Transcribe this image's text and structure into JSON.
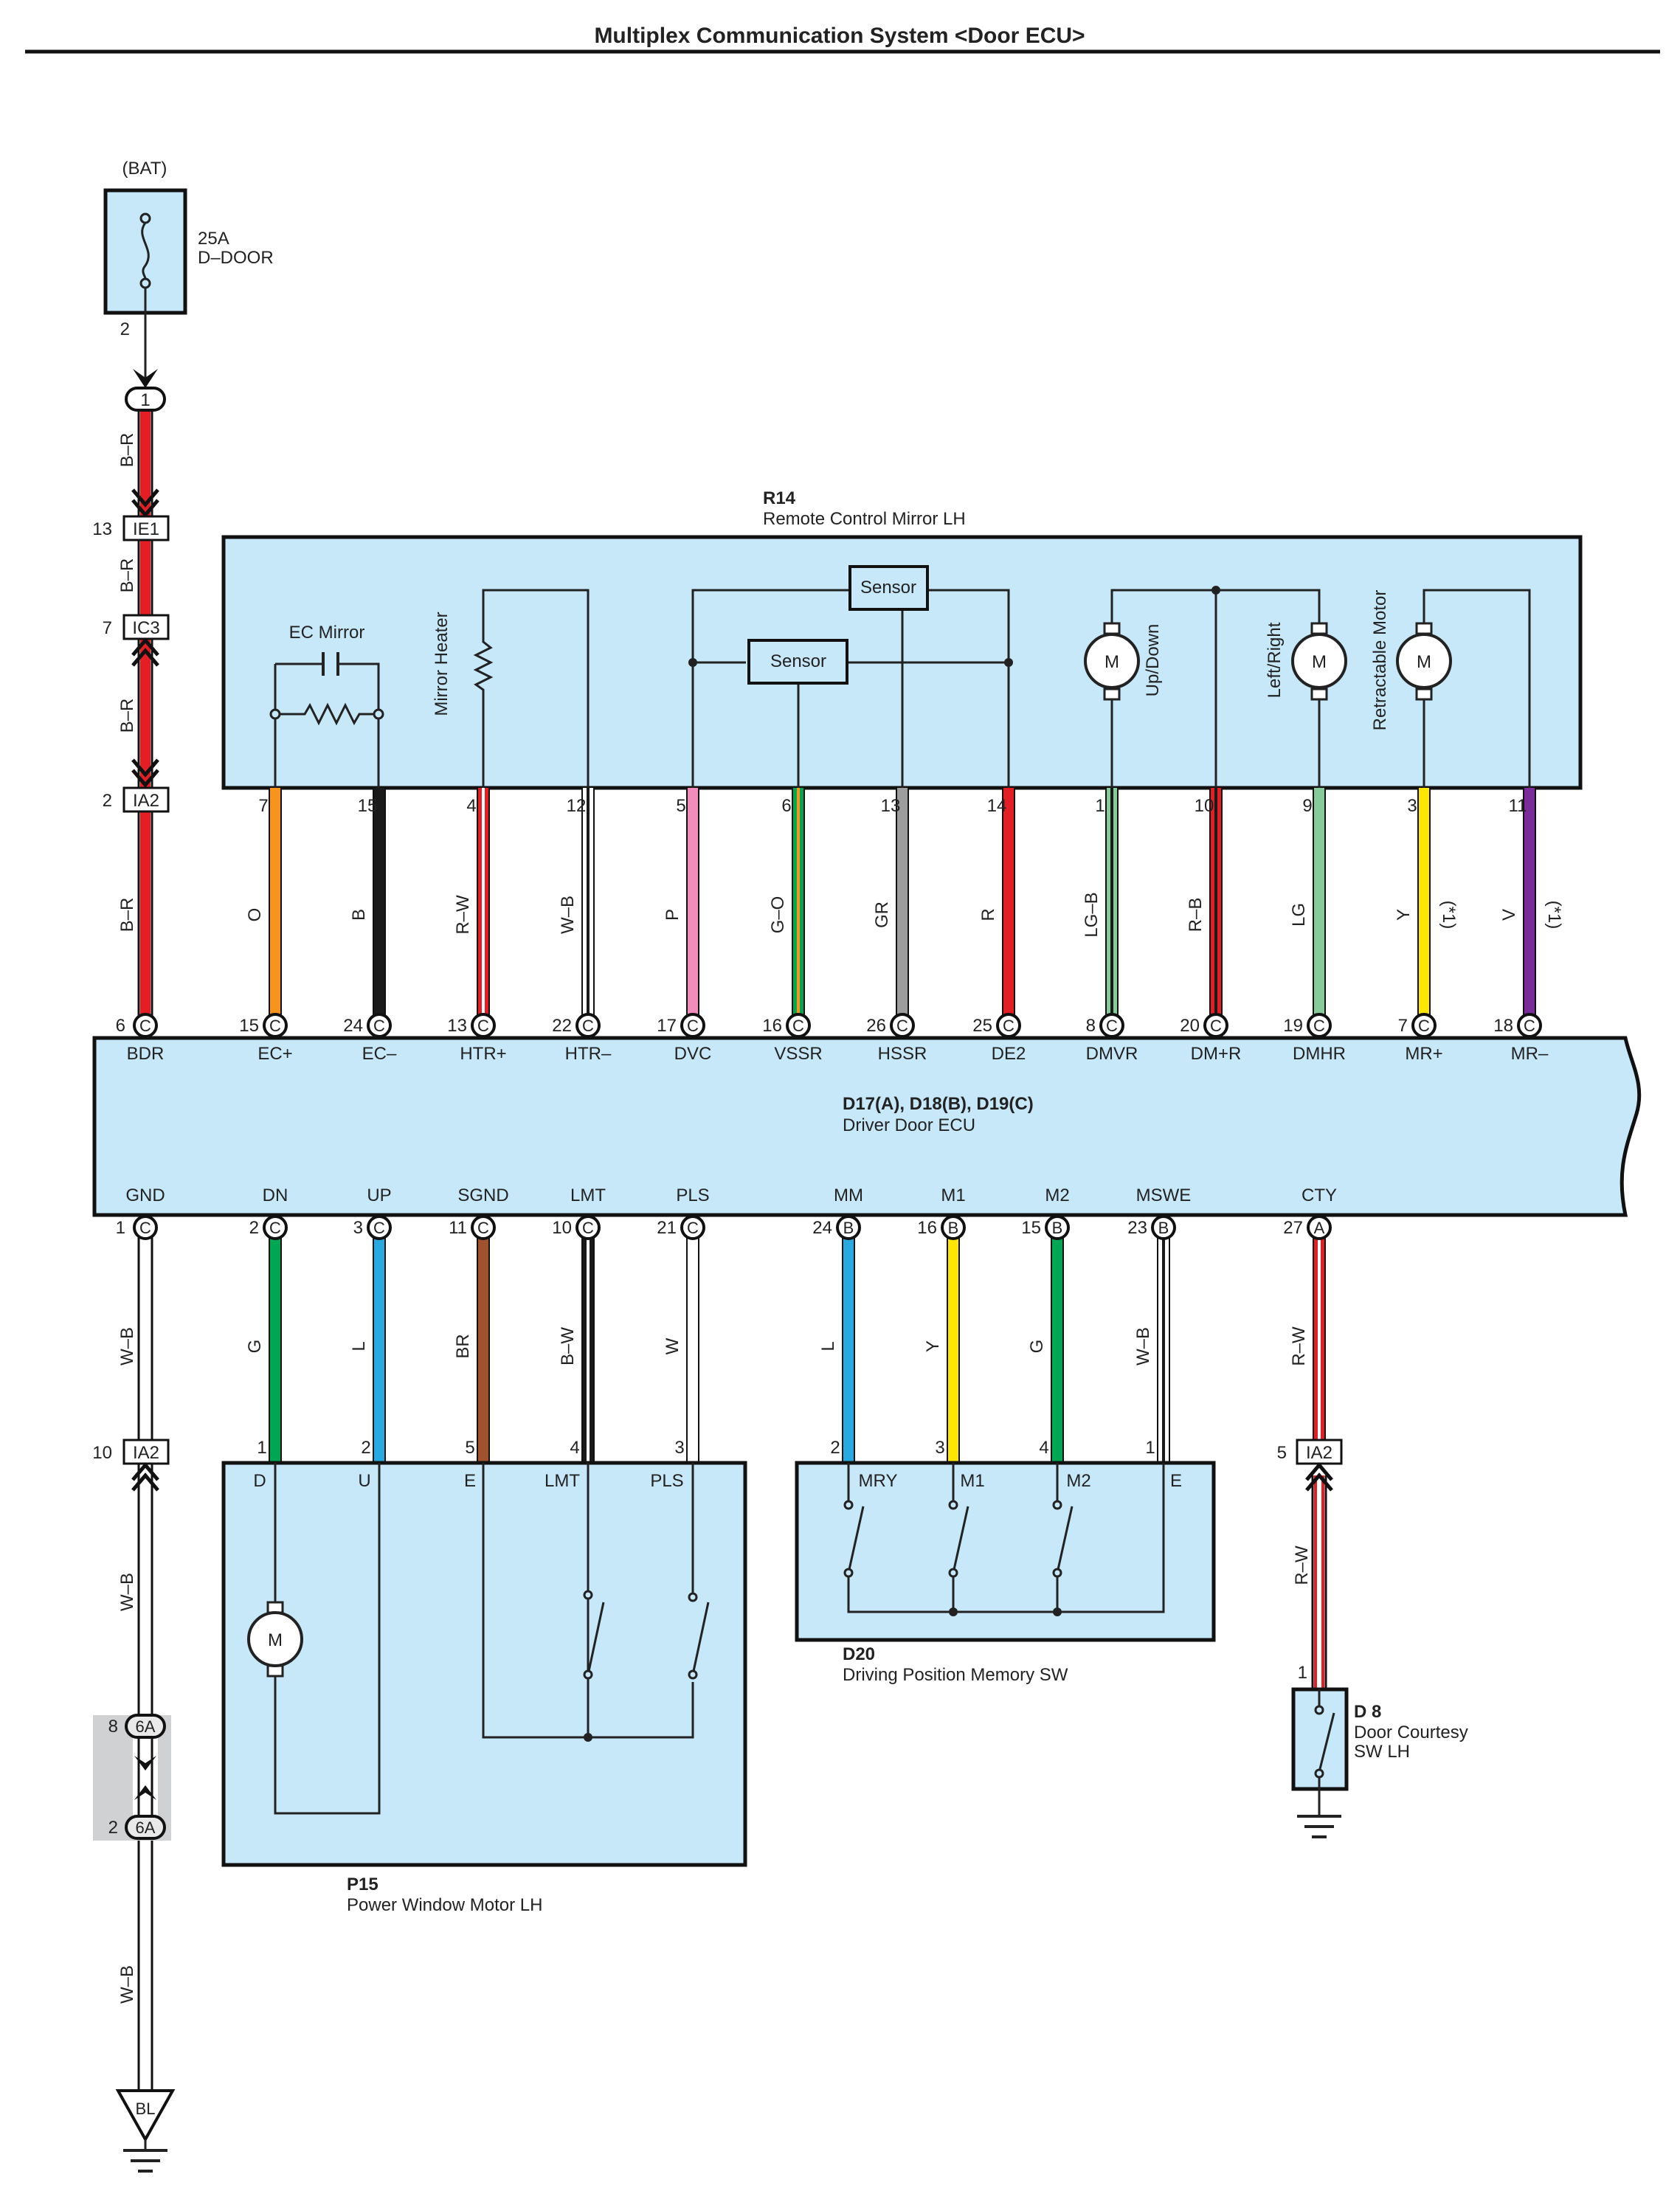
{
  "title": "Multiplex Communication System <Door ECU>",
  "bat": {
    "label": "(BAT)",
    "fuse_rating": "25A",
    "fuse_name": "D–DOOR",
    "fuse_pin": "2"
  },
  "mirror": {
    "code": "R14",
    "name": "Remote Control Mirror LH",
    "ec_mirror": "EC Mirror",
    "mirror_heater": "Mirror Heater",
    "sensor1": "Sensor",
    "sensor2": "Sensor",
    "motor_symbol": "M",
    "updown": "Up/Down",
    "leftright": "Left/Right",
    "retractable": "Retractable Motor"
  },
  "ecu": {
    "code": "D17(A), D18(B), D19(C)",
    "name": "Driver Door ECU"
  },
  "window_motor": {
    "code": "P15",
    "name": "Power Window Motor LH",
    "pins": {
      "d": "D",
      "u": "U",
      "e": "E",
      "lmt": "LMT",
      "pls": "PLS"
    }
  },
  "memory_sw": {
    "code": "D20",
    "name": "Driving Position Memory SW",
    "pins": {
      "mry": "MRY",
      "m1": "M1",
      "m2": "M2",
      "e": "E"
    }
  },
  "courtesy": {
    "code": "D 8",
    "name1": "Door Courtesy",
    "name2": "SW LH",
    "pin": "1"
  },
  "ground": {
    "label": "BL"
  },
  "left_wire": {
    "connector_1": "1",
    "br1": "B–R",
    "br2": "B–R",
    "br3": "B–R",
    "br4": "B–R",
    "ie1": {
      "pin": "13",
      "label": "IE1"
    },
    "ic3": {
      "pin": "7",
      "label": "IC3"
    },
    "ia2": {
      "pin": "2",
      "label": "IA2"
    },
    "bdr": {
      "pin": "6",
      "conn": "C",
      "label": "BDR"
    },
    "gnd": {
      "pin": "1",
      "conn": "C",
      "label": "GND"
    },
    "wb1": "W–B",
    "wb2": "W–B",
    "wb3": "W–B",
    "ia2_low": {
      "pin": "10",
      "label": "IA2"
    },
    "j6a_top": {
      "pin": "8",
      "label": "6A"
    },
    "j6a_bot": {
      "pin": "2",
      "label": "6A"
    }
  },
  "top_wires": [
    {
      "mirror_pin": "7",
      "ecu_pin": "15",
      "conn": "C",
      "color_label": "O",
      "ecu_label": "EC+",
      "colors": [
        "#f7941d"
      ]
    },
    {
      "mirror_pin": "15",
      "ecu_pin": "24",
      "conn": "C",
      "color_label": "B",
      "ecu_label": "EC–",
      "colors": [
        "#1a1a1a"
      ]
    },
    {
      "mirror_pin": "4",
      "ecu_pin": "13",
      "conn": "C",
      "color_label": "R–W",
      "ecu_label": "HTR+",
      "colors": [
        "#e31e24",
        "#ffffff"
      ]
    },
    {
      "mirror_pin": "12",
      "ecu_pin": "22",
      "conn": "C",
      "color_label": "W–B",
      "ecu_label": "HTR–",
      "colors": [
        "#ffffff",
        "#1a1a1a"
      ]
    },
    {
      "mirror_pin": "5",
      "ecu_pin": "17",
      "conn": "C",
      "color_label": "P",
      "ecu_label": "DVC",
      "colors": [
        "#f28cbd"
      ]
    },
    {
      "mirror_pin": "6",
      "ecu_pin": "16",
      "conn": "C",
      "color_label": "G–O",
      "ecu_label": "VSSR",
      "colors": [
        "#00a651",
        "#f7941d"
      ]
    },
    {
      "mirror_pin": "13",
      "ecu_pin": "26",
      "conn": "C",
      "color_label": "GR",
      "ecu_label": "HSSR",
      "colors": [
        "#9d9d9d"
      ]
    },
    {
      "mirror_pin": "14",
      "ecu_pin": "25",
      "conn": "C",
      "color_label": "R",
      "ecu_label": "DE2",
      "colors": [
        "#e31e24"
      ]
    },
    {
      "mirror_pin": "1",
      "ecu_pin": "8",
      "conn": "C",
      "color_label": "LG–B",
      "ecu_label": "DMVR",
      "colors": [
        "#86cc9a",
        "#1a1a1a"
      ]
    },
    {
      "mirror_pin": "10",
      "ecu_pin": "20",
      "conn": "C",
      "color_label": "R–B",
      "ecu_label": "DM+R",
      "colors": [
        "#e31e24",
        "#1a1a1a"
      ]
    },
    {
      "mirror_pin": "9",
      "ecu_pin": "19",
      "conn": "C",
      "color_label": "LG",
      "ecu_label": "DMHR",
      "colors": [
        "#86cc9a"
      ]
    },
    {
      "mirror_pin": "3",
      "ecu_pin": "7",
      "conn": "C",
      "color_label": "Y",
      "note": "(*1)",
      "ecu_label": "MR+",
      "colors": [
        "#ffe600"
      ]
    },
    {
      "mirror_pin": "11",
      "ecu_pin": "18",
      "conn": "C",
      "color_label": "V",
      "note": "(*1)",
      "ecu_label": "MR–",
      "colors": [
        "#7b2c9b"
      ]
    }
  ],
  "bottom_wires": [
    {
      "ecu_pin": "2",
      "conn": "C",
      "ecu_label": "DN",
      "color_label": "G",
      "dev_pin": "1",
      "colors": [
        "#00a651"
      ]
    },
    {
      "ecu_pin": "3",
      "conn": "C",
      "ecu_label": "UP",
      "color_label": "L",
      "dev_pin": "2",
      "colors": [
        "#27aae1"
      ]
    },
    {
      "ecu_pin": "11",
      "conn": "C",
      "ecu_label": "SGND",
      "color_label": "BR",
      "dev_pin": "5",
      "colors": [
        "#a0522d"
      ]
    },
    {
      "ecu_pin": "10",
      "conn": "C",
      "ecu_label": "LMT",
      "color_label": "B–W",
      "dev_pin": "4",
      "colors": [
        "#1a1a1a",
        "#ffffff"
      ]
    },
    {
      "ecu_pin": "21",
      "conn": "C",
      "ecu_label": "PLS",
      "color_label": "W",
      "dev_pin": "3",
      "colors": [
        "#ffffff"
      ]
    },
    {
      "ecu_pin": "24",
      "conn": "B",
      "ecu_label": "MM",
      "color_label": "L",
      "dev_pin": "2",
      "colors": [
        "#27aae1"
      ]
    },
    {
      "ecu_pin": "16",
      "conn": "B",
      "ecu_label": "M1",
      "color_label": "Y",
      "dev_pin": "3",
      "colors": [
        "#ffe600"
      ]
    },
    {
      "ecu_pin": "15",
      "conn": "B",
      "ecu_label": "M2",
      "color_label": "G",
      "dev_pin": "4",
      "colors": [
        "#00a651"
      ]
    },
    {
      "ecu_pin": "23",
      "conn": "B",
      "ecu_label": "MSWE",
      "color_label": "W–B",
      "dev_pin": "1",
      "colors": [
        "#ffffff",
        "#1a1a1a"
      ]
    },
    {
      "ecu_pin": "27",
      "conn": "A",
      "ecu_label": "CTY",
      "color_label": "R–W",
      "dev_pin": "",
      "colors": [
        "#e31e24",
        "#ffffff"
      ]
    }
  ],
  "cty_lower": {
    "ia2_pin": "5",
    "ia2_label": "IA2",
    "color_label": "R–W"
  }
}
